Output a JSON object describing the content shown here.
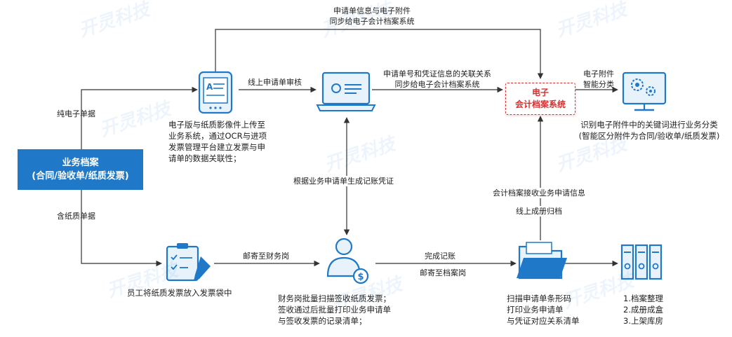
{
  "main_box": {
    "line1": "业务档案",
    "line2": "(合同/验收单/纸质发票)"
  },
  "archive_system": {
    "line1": "电子",
    "line2": "会计档案系统"
  },
  "watermark": "开灵科技",
  "labels": {
    "pure_electronic": "纯电子单据",
    "contains_paper": "含纸质单据",
    "top_sync_line1": "申请单信息与电子附件",
    "top_sync_line2": "同步给电子会计档案系统",
    "online_review": "线上申请单审核",
    "assoc_sync_line1": "申请单号和凭证信息的关联关系",
    "assoc_sync_line2": "同步给电子会计档案系统",
    "attach_classify_line1": "电子附件",
    "attach_classify_line2": "智能分类",
    "voucher_gen": "根据业务申请单生成记账凭证",
    "archive_receive": "会计档案接收业务申请信息",
    "online_binding": "线上成册归档",
    "mail_finance": "邮寄至财务岗",
    "complete_booking": "完成记账",
    "mail_archive": "邮寄至档案岗"
  },
  "descriptions": {
    "upload": [
      "电子版与纸质影像件上传至",
      "业务系统，通过OCR与进项",
      "发票管理平台建立发票与申",
      "请单的数据关联性；"
    ],
    "classify": [
      "识别电子附件中的关键词进行业务分类",
      "(智能区分附件为合同/验收单/纸质发票)"
    ],
    "employee": [
      "员工将纸质发票放入发票袋中"
    ],
    "finance": [
      "财务岗批量扫描签收纸质发票；",
      "签收通过后批量打印业务申请单",
      "与签收发票的记录清单；"
    ],
    "scan": [
      "扫描申请单条形码",
      "打印业务申请单",
      "与凭证对应关系清单"
    ],
    "archive_steps": [
      "1.档案整理",
      "2.成册成盒",
      "3.上架库房"
    ]
  },
  "colors": {
    "primary": "#1f78c8",
    "accent_red": "#d83030",
    "icon_light": "#e8f2fb",
    "line": "#333333"
  },
  "icons": [
    "tablet-document-icon",
    "laptop-icon",
    "monitor-gears-icon",
    "clipboard-pen-icon",
    "person-money-icon",
    "folder-icon",
    "binders-icon"
  ]
}
